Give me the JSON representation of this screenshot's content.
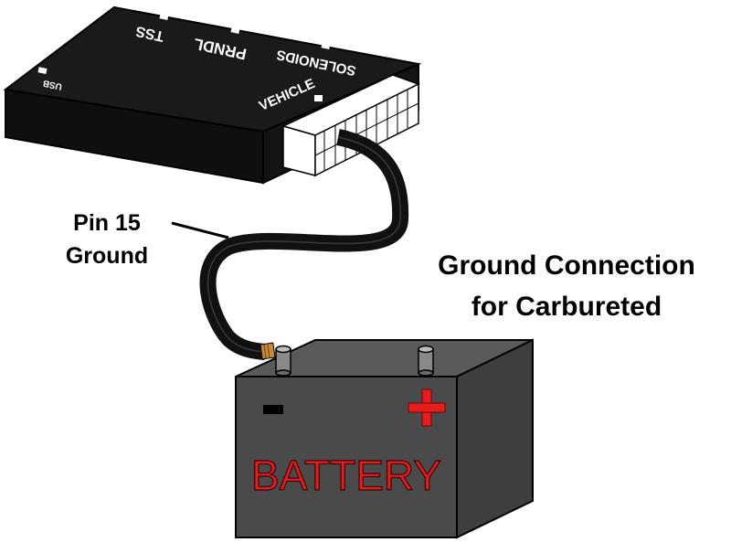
{
  "device": {
    "labels": {
      "usb": "USB",
      "tss": "TSS",
      "prndl": "PRNDL",
      "solenoids": "SOLENOIDS",
      "vehicle": "VEHICLE"
    }
  },
  "pin_label": {
    "line1": "Pin 15",
    "line2": "Ground"
  },
  "connection_title": {
    "line1": "Ground Connection",
    "line2": "for Carbureted"
  },
  "battery": {
    "label": "BATTERY",
    "negative_symbol": "−",
    "positive_symbol": "+"
  },
  "colors": {
    "device_body": "#1a1a1a",
    "battery_body": "#4a4a4a",
    "battery_text": "#e81c1c",
    "positive_sign": "#e81c1c",
    "wire": "#111111",
    "connector": "#ffffff"
  }
}
